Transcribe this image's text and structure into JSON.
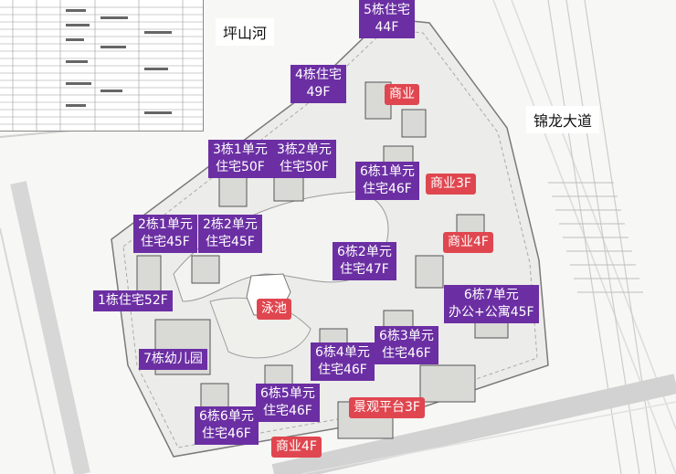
{
  "roads": {
    "river": "坪山河",
    "avenue": "锦龙大道"
  },
  "buildings": {
    "b5": [
      "5栋住宅",
      "44F"
    ],
    "b4": [
      "4栋住宅",
      "49F"
    ],
    "commerce_top": "商业",
    "b3u1": [
      "3栋1单元",
      "住宅50F"
    ],
    "b3u2": [
      "3栋2单元",
      "住宅50F"
    ],
    "b6u1": [
      "6栋1单元",
      "住宅46F"
    ],
    "commerce3f": "商业3F",
    "commerce4f_right": "商业4F",
    "b2u1": [
      "2栋1单元",
      "住宅45F"
    ],
    "b2u2": [
      "2栋2单元",
      "住宅45F"
    ],
    "b6u2": [
      "6栋2单元",
      "住宅47F"
    ],
    "b1": "1栋住宅52F",
    "pool": "泳池",
    "b6u7": [
      "6栋7单元",
      "办公+公寓45F"
    ],
    "b7": "7栋幼儿园",
    "b6u3": [
      "6栋3单元",
      "住宅46F"
    ],
    "b6u4": [
      "6栋4单元",
      "住宅46F"
    ],
    "b6u5": [
      "6栋5单元",
      "住宅46F"
    ],
    "terrace": "景观平台3F",
    "b6u6": [
      "6栋6单元",
      "住宅46F"
    ],
    "commerce4f_bottom": "商业4F"
  },
  "colors": {
    "purple_label": "#6b2fa3",
    "red_label": "#e0464f"
  }
}
